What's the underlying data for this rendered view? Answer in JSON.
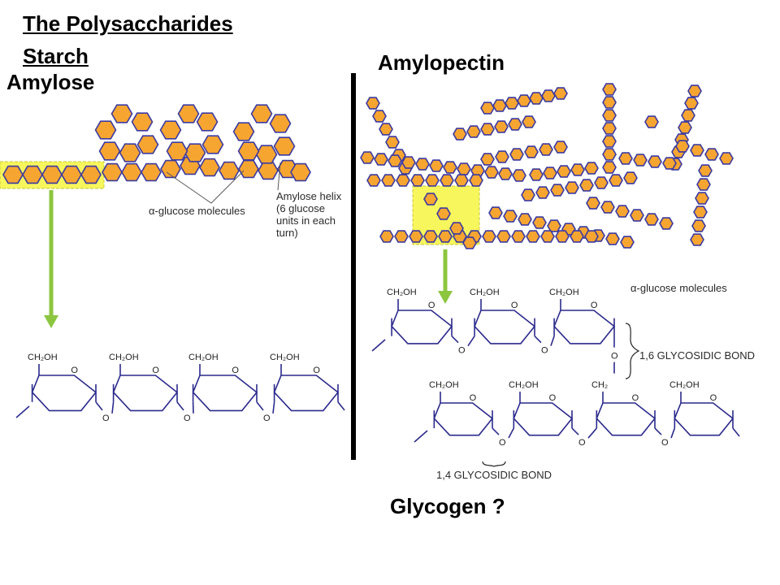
{
  "title": "The Polysaccharides",
  "subtitle": "Starch",
  "amylose": {
    "heading": "Amylose",
    "glucose_label": "α-glucose molecules",
    "helix_label": [
      "Amylose helix",
      "(6 glucose",
      "units in each",
      "turn)"
    ]
  },
  "amylopectin": {
    "heading": "Amylopectin",
    "glucose_label": "α-glucose molecules",
    "bond16_label": "1,6 GLYCOSIDIC BOND",
    "bond14_label": "1,4 GLYCOSIDIC BOND"
  },
  "glycogen_label": "Glycogen ?",
  "chem": {
    "ch2oh": "CH₂OH",
    "ch2": "CH₂",
    "o": "O"
  },
  "colors": {
    "glucose_fill": "#f7a531",
    "glucose_stroke": "#3b3aa0",
    "highlight": "#f7f65c",
    "arrow": "#8cc63f",
    "structure": "#2b2a8c",
    "divider": "#000000"
  },
  "icons": [
    "hexagon-glucose-icon",
    "down-arrow-icon"
  ]
}
